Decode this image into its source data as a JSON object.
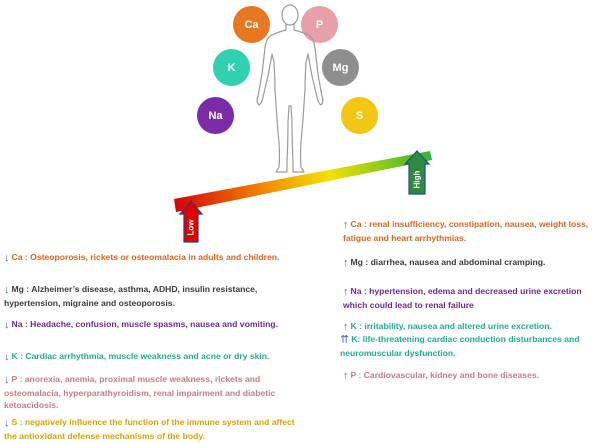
{
  "colors": {
    "ca": "#e87722",
    "p": "#e8a0a8",
    "mg": "#8e8e8e",
    "k": "#2fd1b0",
    "na": "#7a2ca6",
    "s": "#f3c614",
    "low_tag": "#e00000",
    "high_tag": "#2e8b3e",
    "arrow": "#4a6fb5"
  },
  "elements": [
    {
      "id": "ca",
      "symbol": "Ca"
    },
    {
      "id": "p",
      "symbol": "P"
    },
    {
      "id": "k",
      "symbol": "K"
    },
    {
      "id": "mg",
      "symbol": "Mg"
    },
    {
      "id": "na",
      "symbol": "Na"
    },
    {
      "id": "s",
      "symbol": "S"
    }
  ],
  "scale": {
    "low_label": "Low",
    "high_label": "High"
  },
  "low_effects": [
    {
      "element": "Ca",
      "text": "Osteoporosis, rickets or osteomalacia in adults and children.",
      "color": "#e0641d"
    },
    {
      "element": "Mg",
      "text": "Alzheimer’s disease, asthma, ADHD, insulin resistance, hypertension, migraine and osteoporosis.",
      "color": "#3a3a3a"
    },
    {
      "element": "Na",
      "text": "Headache, confusion, muscle spasms, nausea and vomiting.",
      "color": "#6b2a95"
    },
    {
      "element": "K",
      "text": "Cardiac arrhythmia, muscle weakness and acne or dry skin.",
      "color": "#1fae8e"
    },
    {
      "element": "P",
      "text": "anorexia, anemia, proximal muscle weakness, rickets and osteomalacia, hyperparathyroidism, renal impairment and diabetic ketoacidosis.",
      "color": "#c77c86"
    },
    {
      "element": "S",
      "text": "negatively influence the function of the immune system and affect the antioxidant defense mechanisms of the body.",
      "color": "#d9a300"
    }
  ],
  "high_effects": [
    {
      "element": "Ca",
      "text": "renal insufficiency, constipation, nausea, weight loss, fatigue and heart arrhythmias.",
      "color": "#e0641d"
    },
    {
      "element": "Mg",
      "text": "diarrhea, nausea and abdominal cramping.",
      "color": "#3a3a3a"
    },
    {
      "element": "Na",
      "text": "hypertension, edema and decreased urine excretion which could lead to renal failure",
      "color": "#6b2a95"
    },
    {
      "element": "K",
      "text": "irritability, nausea and altered urine excretion.",
      "color": "#1fae8e"
    },
    {
      "element": "K",
      "text": "life-threatening cardiac conduction disturbances and neuromuscular dysfunction.",
      "color": "#1fae8e"
    },
    {
      "element": "P",
      "text": "Cardiovascular, kidney and bone diseases.",
      "color": "#c77c86"
    }
  ]
}
